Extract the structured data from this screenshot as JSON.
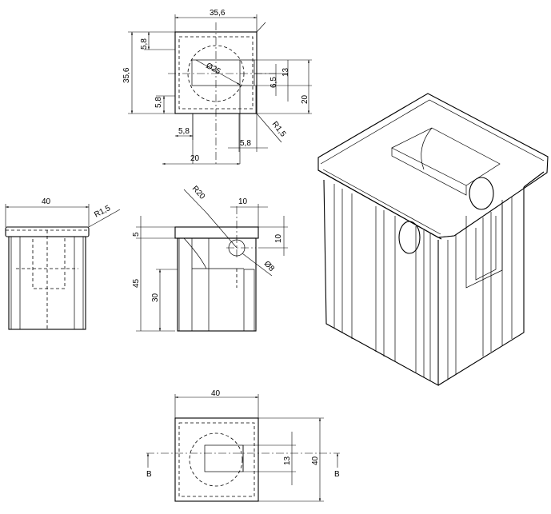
{
  "top_view": {
    "width": "35,6",
    "height": "35,6",
    "edge_top": "5,8",
    "edge_bottom": "5,8",
    "edge_left_bottom": "5,8",
    "edge_right_bottom": "5,8",
    "diameter": "Ø25",
    "slot_small": "6,5",
    "slot_13": "13",
    "slot_20": "20",
    "radius": "R1,5",
    "bottom_20": "20"
  },
  "front_view": {
    "width": "40",
    "radius": "R1,5"
  },
  "section_view": {
    "radius": "R20",
    "offset_10_top": "10",
    "offset_10_right": "10",
    "flange": "5",
    "height": "45",
    "depth": "30",
    "hole": "Ø8"
  },
  "bottom_view": {
    "width": "40",
    "height": "40",
    "slot": "13",
    "section_left": "B",
    "section_right": "B"
  }
}
